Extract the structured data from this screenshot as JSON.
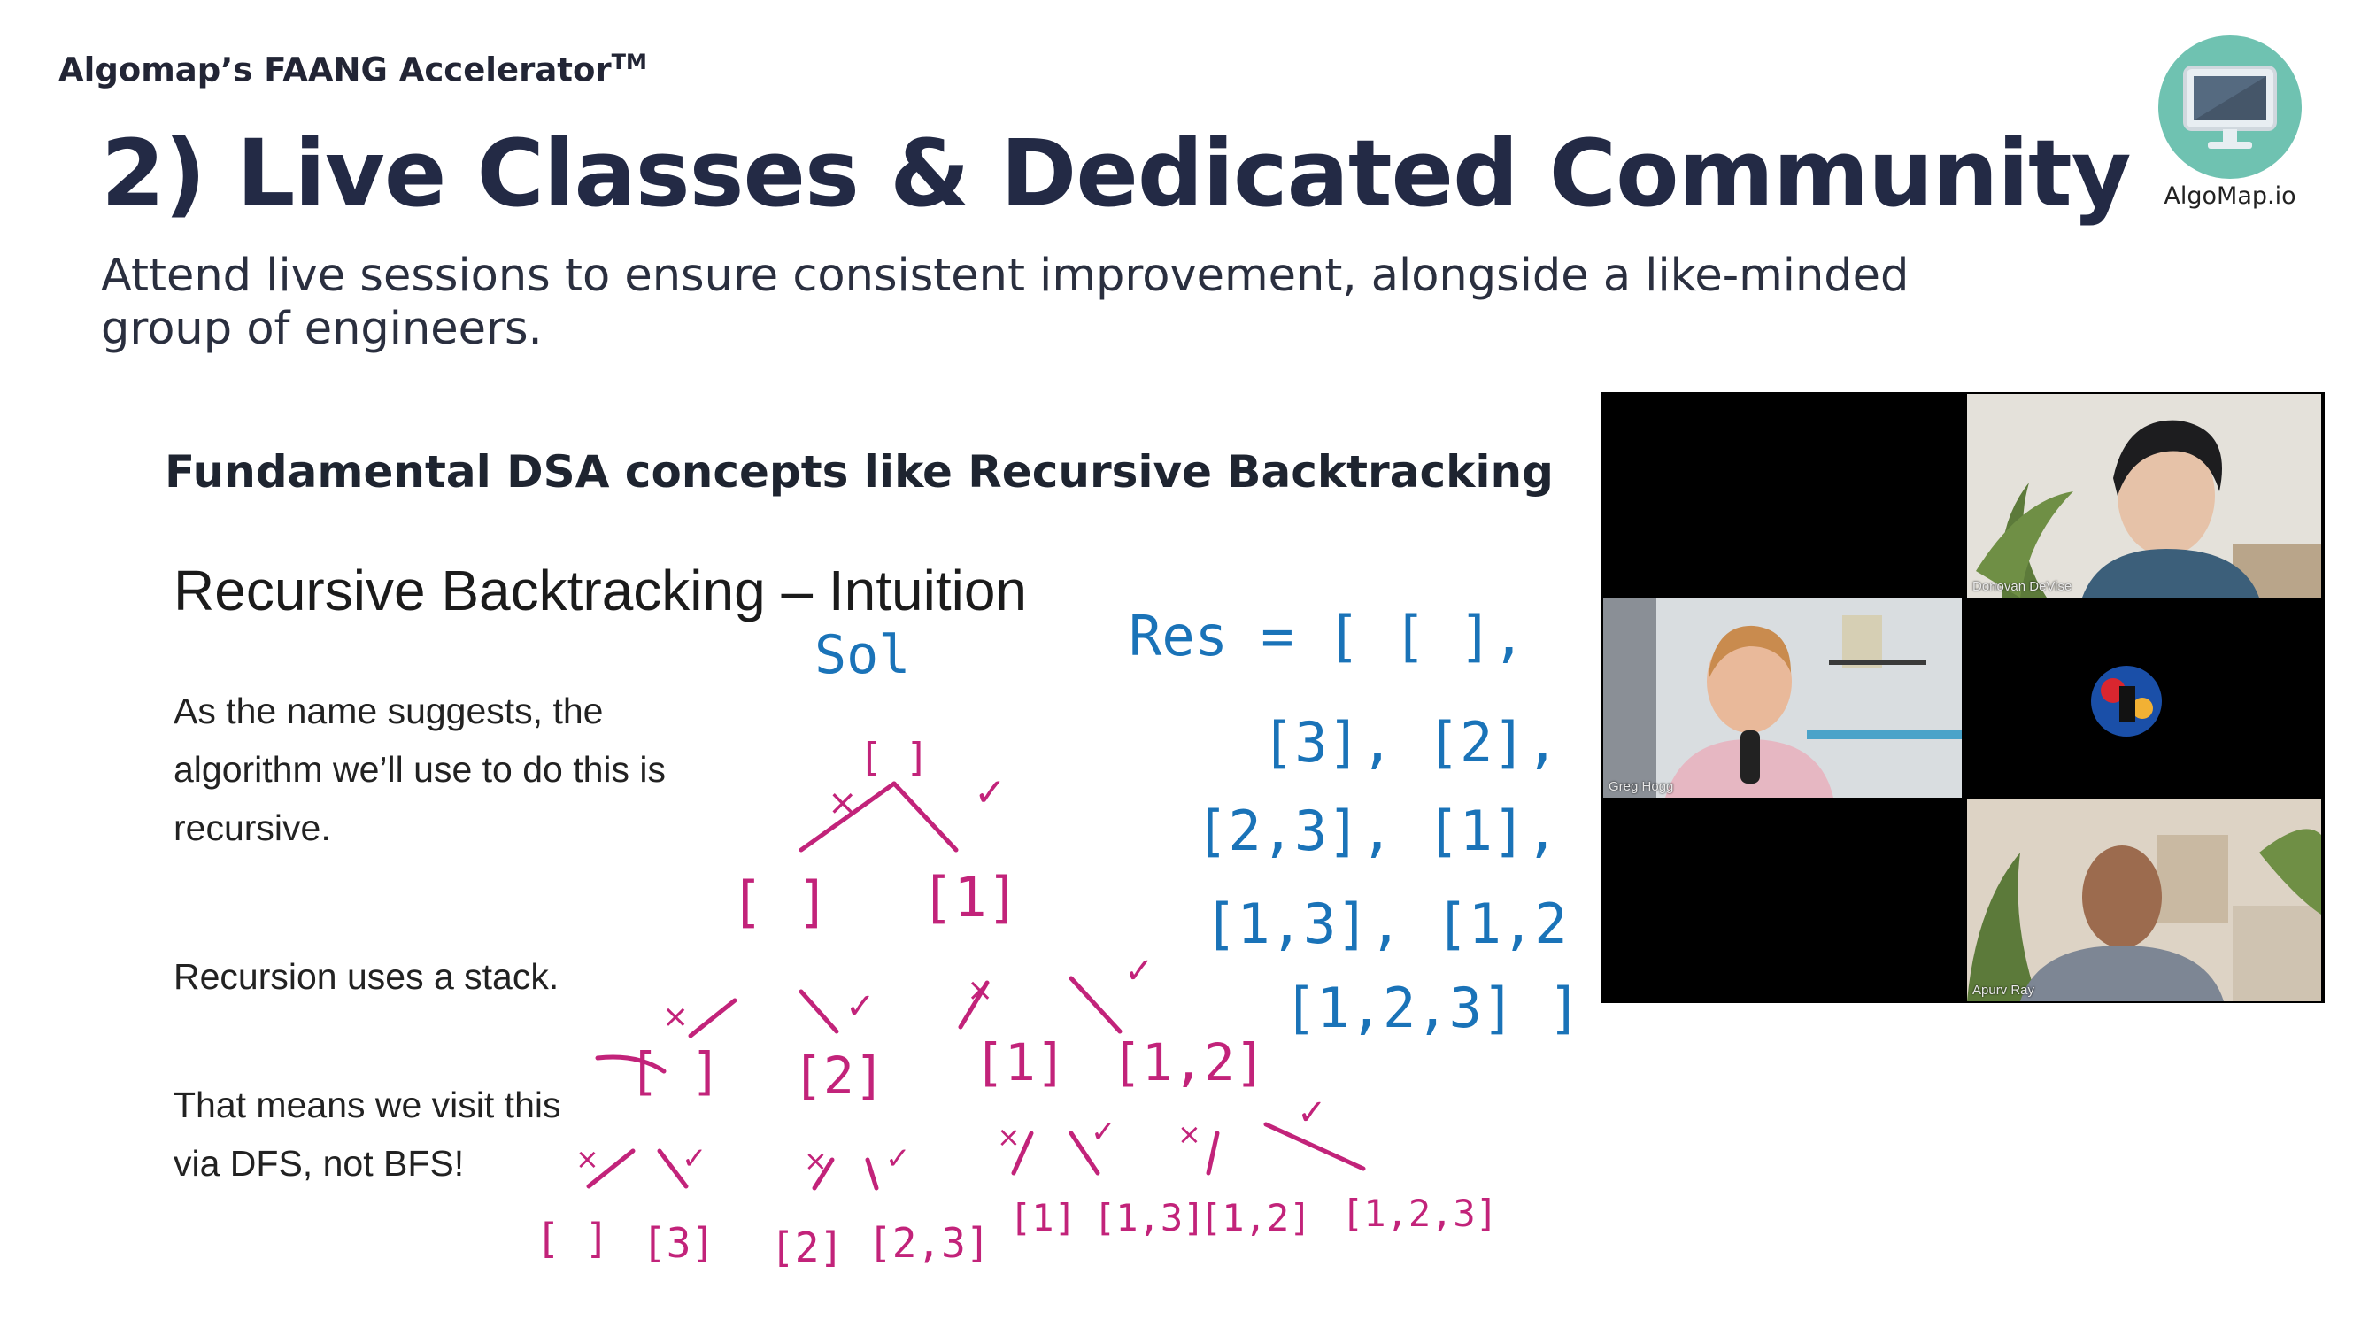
{
  "header": {
    "brand": "Algomap’s FAANG Accelerator",
    "brand_tm": "TM",
    "title": "2) Live Classes & Dedicated Community",
    "subtitle": "Attend live sessions to ensure consistent improvement, alongside a like-minded group of engineers."
  },
  "logo": {
    "caption": "AlgoMap.io",
    "icon": "monitor-icon",
    "color": "#6fc2b1"
  },
  "section": {
    "heading": "Fundamental DSA concepts like Recursive Backtracking"
  },
  "slide": {
    "title": "Recursive Backtracking – Intuition",
    "text1": "As the name suggests, the algorithm we’ll use to do this is recursive.",
    "text2": "Recursion uses a stack.",
    "text3": "That means we visit this via DFS, not BFS!",
    "ink": {
      "sol_label": "Sol",
      "res_lines": [
        "Res = [ [ ],",
        "[3], [2],",
        "[2,3], [1],",
        "[1,3], [1,2],",
        "[1,2,3] ]"
      ],
      "tree_root": "[ ]",
      "level1": [
        "[ ]",
        "[1]"
      ],
      "level2": [
        "[ ]",
        "[2]",
        "[1]",
        "[1,2]"
      ],
      "level3": [
        "[ ]",
        "[3]",
        "[2]",
        "[2,3]",
        "[1]",
        "[1,3]",
        "[1,2]",
        "[1,2,3]"
      ],
      "x_mark": "×",
      "check_mark": "✓",
      "pink": "#c2237a",
      "blue": "#1a73b8"
    }
  },
  "video": {
    "participants": [
      {
        "name": "Donovan DeVise"
      },
      {
        "name": "Greg Hogg"
      },
      {
        "name": "Apurv Ray"
      }
    ]
  }
}
